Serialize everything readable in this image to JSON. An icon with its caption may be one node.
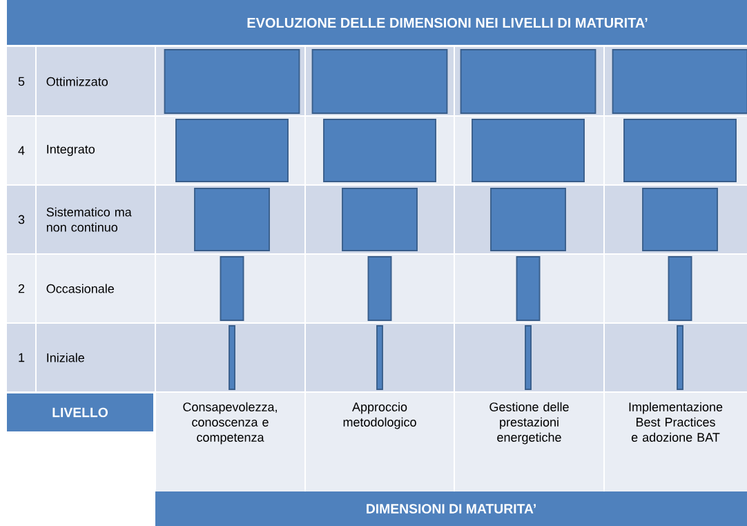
{
  "diagram": {
    "title": "EVOLUZIONE DELLE DIMENSIONI NEI LIVELLI DI MATURITA’",
    "nodes": [
      {
        "text": [],
        "shape": "bar"
      },
      {
        "text": [],
        "shape": "bar"
      },
      {
        "text": [],
        "shape": "bar"
      },
      {
        "text": [],
        "shape": "bar"
      },
      {
        "text": [],
        "shape": "bar"
      },
      {
        "text": [],
        "shape": "bar"
      },
      {
        "text": [],
        "shape": "bar"
      },
      {
        "text": [],
        "shape": "bar"
      },
      {
        "text": [],
        "shape": "bar"
      },
      {
        "text": [],
        "shape": "bar"
      },
      {
        "text": [],
        "shape": "bar"
      },
      {
        "text": [],
        "shape": "bar"
      },
      {
        "text": [],
        "shape": "bar"
      },
      {
        "text": [],
        "shape": "bar"
      },
      {
        "text": [],
        "shape": "bar"
      },
      {
        "text": [],
        "shape": "bar"
      },
      {
        "text": [],
        "shape": "bar"
      },
      {
        "text": [],
        "shape": "bar"
      },
      {
        "text": [],
        "shape": "bar"
      },
      {
        "text": [],
        "shape": "bar"
      },
      {
        "text": [
          "LIVELLO"
        ]
      },
      {
        "text": [
          "DIMENSIONI DI MATURITA’"
        ]
      }
    ],
    "labels": [
      "5",
      "Ottimizzato",
      "4",
      "Integrato",
      "3",
      "Sistematico ma non continuo",
      "2",
      "Occasionale",
      "1",
      "Iniziale",
      "Consapevolezza, conoscenza e competenza",
      "Approccio metodologico",
      "Gestione delle prestazioni energetiche",
      "Implementazione Best Practices e adozione BAT"
    ]
  }
}
